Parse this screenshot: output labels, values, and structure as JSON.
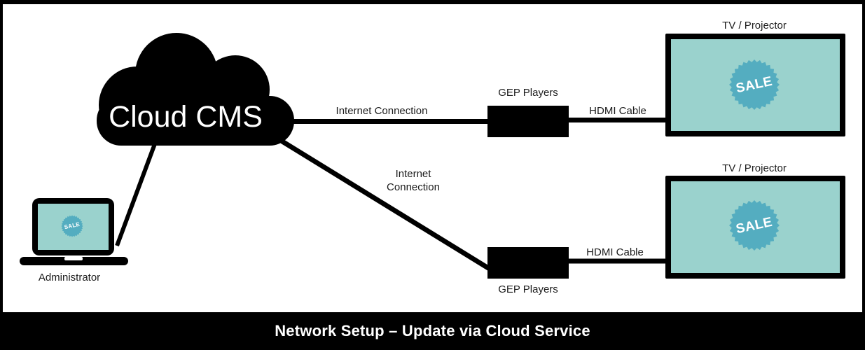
{
  "colors": {
    "screen_teal": "#9ad2cd",
    "badge_teal": "#54adc0",
    "label_text": "#1c1c1c",
    "footer_bg": "#000000",
    "footer_text": "#ffffff"
  },
  "cloud": {
    "label": "Cloud CMS"
  },
  "admin": {
    "label": "Administrator",
    "badge": "SALE"
  },
  "connections": {
    "internet_top": "Internet Connection",
    "internet_bottom_line1": "Internet",
    "internet_bottom_line2": "Connection",
    "hdmi_top": "HDMI Cable",
    "hdmi_bottom": "HDMI Cable"
  },
  "players": {
    "top_label": "GEP Players",
    "bottom_label": "GEP Players"
  },
  "displays": {
    "top": {
      "label": "TV / Projector",
      "badge": "SALE"
    },
    "bottom": {
      "label": "TV / Projector",
      "badge": "SALE"
    }
  },
  "footer": {
    "title": "Network Setup – Update via Cloud Service"
  }
}
